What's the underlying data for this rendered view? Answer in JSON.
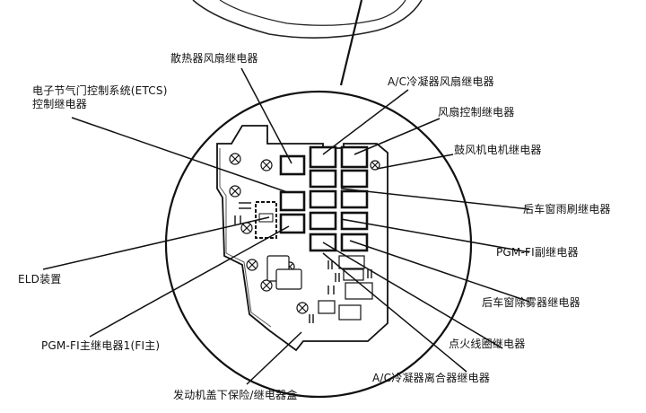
{
  "labels": {
    "radiator_fan_relay": "散热器风扇继电器",
    "etcs_relay": "电子节气门控制系统(ETCS)\n控制继电器",
    "ac_condenser_fan_relay": "A/C冷凝器风扇继电器",
    "fan_control_relay": "风扇控制继电器",
    "blower_motor_relay": "鼓风机电机继电器",
    "rear_wiper_relay": "后车窗雨刷继电器",
    "pgm_fi_sub_relay": "PGM-FI副继电器",
    "eld_unit": "ELD装置",
    "rear_defogger_relay": "后车窗除雾器继电器",
    "pgm_fi_main_relay": "PGM-FI主继电器1(FI主)",
    "ignition_coil_relay": "点火线圈继电器",
    "ac_clutch_relay": "A/C冷凝器离合器继电器",
    "fuse_box": "发动机盖下保险/继电器盒"
  }
}
